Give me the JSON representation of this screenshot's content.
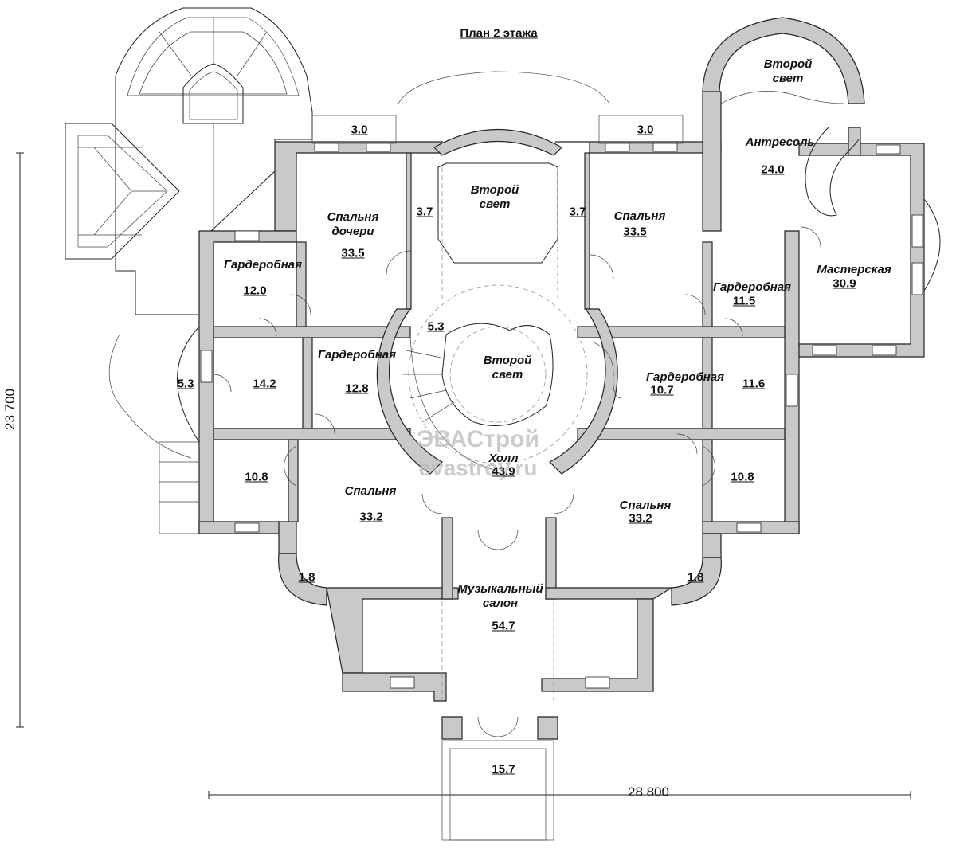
{
  "title": "План 2 этажа",
  "dimensions": {
    "height": "23 700",
    "width": "28 800"
  },
  "watermark": {
    "brand": "ЭВАСтрой",
    "site": "evastroy.ru"
  },
  "rooms": {
    "bedroom_daughter": {
      "name": "Спальня\nдочери",
      "area": "33.5"
    },
    "second_light_top": {
      "name": "Второй\nсвет"
    },
    "bedroom_top_right": {
      "name": "Спальня",
      "area": "33.5"
    },
    "second_light_corner": {
      "name": "Второй\nсвет"
    },
    "mezzanine": {
      "name": "Антресоль",
      "area": "24.0"
    },
    "workshop": {
      "name": "Мастерская",
      "area": "30.9"
    },
    "wardrobe_left": {
      "name": "Гардеробная",
      "area": "12.0"
    },
    "wardrobe_right": {
      "name": "Гардеробная",
      "area": "11.5"
    },
    "wardrobe_mid_left": {
      "name": "Гардеробная",
      "area": "12.8"
    },
    "wardrobe_mid_right": {
      "name": "Гардеробная",
      "area": "10.7"
    },
    "second_light_hall": {
      "name": "Второй\nсвет"
    },
    "hall": {
      "name": "Холл",
      "area": "43.9"
    },
    "bedroom_bottom_left": {
      "name": "Спальня",
      "area": "33.2"
    },
    "bedroom_bottom_right": {
      "name": "Спальня",
      "area": "33.2"
    },
    "music_salon": {
      "name": "Музыкальный\nсалон",
      "area": "54.7"
    }
  },
  "areas": {
    "balcony_left": "3.0",
    "balcony_right": "3.0",
    "passage_left": "3.7",
    "passage_right": "3.7",
    "stair_landing": "5.3",
    "bay_left": "5.3",
    "room_14_2": "14.2",
    "room_11_6": "11.6",
    "room_10_8_left": "10.8",
    "room_10_8_right": "10.8",
    "bay_bottom_left": "1.8",
    "bay_bottom_right": "1.8",
    "porch": "15.7"
  }
}
